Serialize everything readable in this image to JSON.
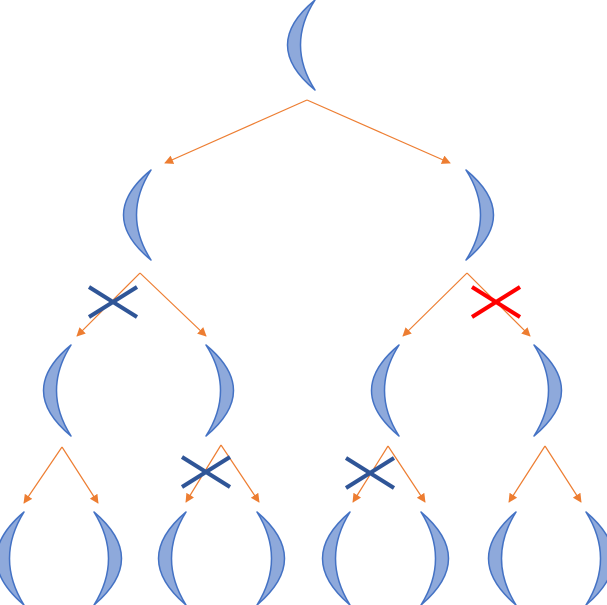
{
  "diagram": {
    "type": "binary-tree",
    "colors": {
      "lens_fill": "#8ea9db",
      "lens_stroke": "#4472c4",
      "arrow": "#ed7d31",
      "cross_blue": "#2f5597",
      "cross_red": "#ff0000"
    },
    "nodes": [
      {
        "id": "n0",
        "shape": "left-crescent"
      },
      {
        "id": "n1",
        "shape": "left-crescent"
      },
      {
        "id": "n2",
        "shape": "right-crescent"
      },
      {
        "id": "n3",
        "shape": "left-crescent"
      },
      {
        "id": "n4",
        "shape": "right-crescent"
      },
      {
        "id": "n5",
        "shape": "left-crescent"
      },
      {
        "id": "n6",
        "shape": "right-crescent"
      },
      {
        "id": "n7",
        "shape": "left-crescent"
      },
      {
        "id": "n8",
        "shape": "right-crescent"
      },
      {
        "id": "n9",
        "shape": "left-crescent"
      },
      {
        "id": "n10",
        "shape": "right-crescent"
      },
      {
        "id": "n11",
        "shape": "left-crescent"
      },
      {
        "id": "n12",
        "shape": "right-crescent"
      },
      {
        "id": "n13",
        "shape": "left-crescent"
      },
      {
        "id": "n14",
        "shape": "right-crescent"
      }
    ],
    "edges": [
      {
        "from": "n0",
        "to": "n1",
        "crossed": null
      },
      {
        "from": "n0",
        "to": "n2",
        "crossed": null
      },
      {
        "from": "n1",
        "to": "n3",
        "crossed": "blue"
      },
      {
        "from": "n1",
        "to": "n4",
        "crossed": null
      },
      {
        "from": "n2",
        "to": "n5",
        "crossed": null
      },
      {
        "from": "n2",
        "to": "n6",
        "crossed": "red"
      },
      {
        "from": "n3",
        "to": "n7",
        "crossed": null
      },
      {
        "from": "n3",
        "to": "n8",
        "crossed": null
      },
      {
        "from": "n4",
        "to": "n9",
        "crossed": "blue"
      },
      {
        "from": "n4",
        "to": "n10",
        "crossed": null
      },
      {
        "from": "n5",
        "to": "n11",
        "crossed": "blue"
      },
      {
        "from": "n5",
        "to": "n12",
        "crossed": null
      },
      {
        "from": "n6",
        "to": "n13",
        "crossed": null
      },
      {
        "from": "n6",
        "to": "n14",
        "crossed": null
      }
    ]
  }
}
